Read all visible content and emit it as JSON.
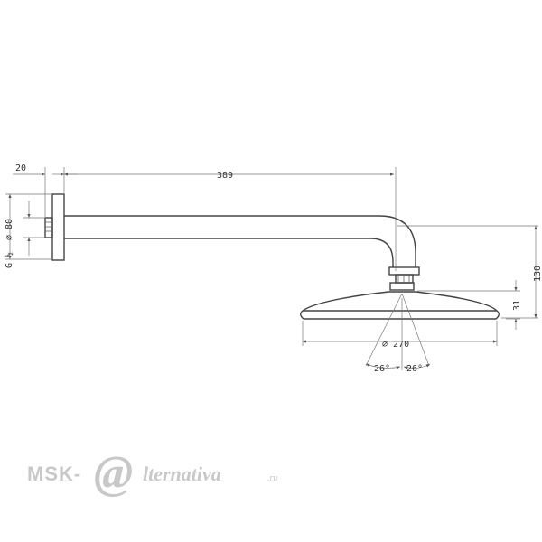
{
  "dimensions": {
    "wall_depth": "20",
    "arm_length": "389",
    "flange_diameter": "⌀ 80",
    "thread_size": "G ½",
    "total_drop": "130",
    "head_height": "31",
    "head_diameter": "⌀ 270",
    "tilt_left": "26°",
    "tilt_right": "26°"
  },
  "watermark": {
    "prefix": "MSK-",
    "at_sign": "@",
    "name": "lternativa",
    "suffix": ".ru"
  }
}
